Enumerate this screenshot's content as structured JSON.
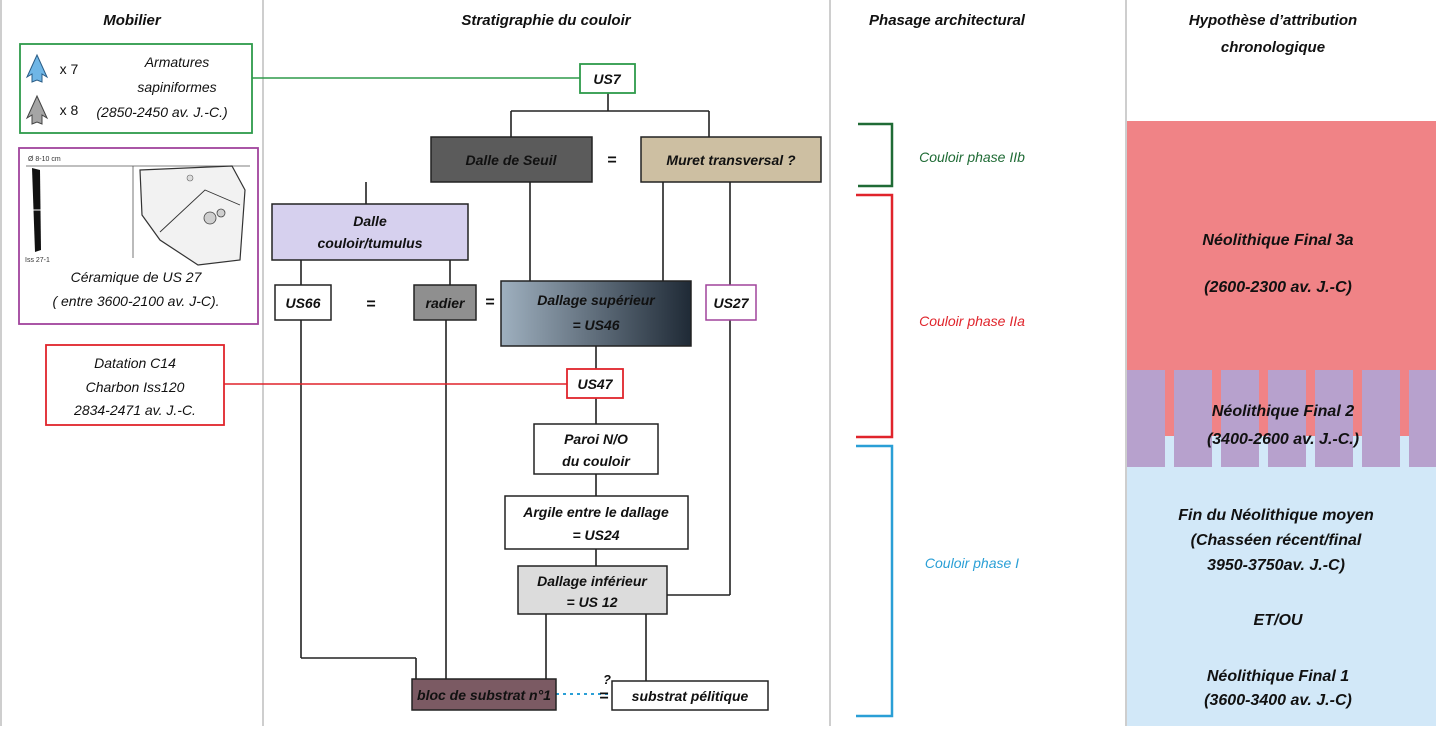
{
  "headers": {
    "mobilier": "Mobilier",
    "stratigraphie": "Stratigraphie du couloir",
    "phasage": "Phasage architectural",
    "hypothese_line1": "Hypothèse d’attribution",
    "hypothese_line2": "chronologique"
  },
  "mobilier": {
    "armature_count_1": "x 7",
    "armature_count_2": "x 8",
    "armatures_line1": "Armatures",
    "armatures_line2": "sapiniformes",
    "armatures_line3": "(2850-2450 av. J.-C.)",
    "ceramique_scale": "Ø 8-10 cm",
    "ceramique_ref": "Iss 27-1",
    "ceramique_line1": "Céramique de US 27",
    "ceramique_line2": "( entre 3600-2100 av. J-C).",
    "datation_line1": "Datation C14",
    "datation_line2": "Charbon Iss120",
    "datation_line3": "2834-2471 av. J.-C."
  },
  "strat": {
    "us7": "US7",
    "dalle_seuil": "Dalle de Seuil",
    "muret": "Muret transversal ?",
    "dalle_couloir_1": "Dalle",
    "dalle_couloir_2": "couloir/tumulus",
    "us66": "US66",
    "radier": "radier",
    "dallage_sup_1": "Dallage supérieur",
    "dallage_sup_2": "= US46",
    "us27": "US27",
    "us47": "US47",
    "paroi_1": "Paroi N/O",
    "paroi_2": "du couloir",
    "argile_1": "Argile entre le dallage",
    "argile_2": "= US24",
    "dallage_inf_1": "Dallage inférieur",
    "dallage_inf_2": "= US 12",
    "bloc": "bloc de substrat n°1",
    "substrat": "substrat pélitique",
    "equals": "=",
    "question": "?"
  },
  "phases": {
    "iib": "Couloir phase IIb",
    "iia": "Couloir phase IIa",
    "i": "Couloir phase I"
  },
  "chrono": {
    "nf3a_line1": "Néolithique Final 3a",
    "nf3a_line2": "(2600-2300 av. J.-C)",
    "nf2_line1": "Néolithique Final 2",
    "nf2_line2": "(3400-2600 av. J.-C.)",
    "nm_line1": "Fin du Néolithique moyen",
    "nm_line2": "(Chasséen récent/final",
    "nm_line3": "3950-3750av. J.-C)",
    "etou": "ET/OU",
    "nf1_line1": "Néolithique Final 1",
    "nf1_line2": "(3600-3400 av. J.-C)"
  },
  "colors": {
    "green": "#2e9a4a",
    "dark_green": "#1f6b35",
    "red": "#e0242b",
    "blue": "#2a9fd6",
    "purple": "#a0449c",
    "pink_band": "#f08386",
    "lavender_band": "#b7a1cd",
    "light_blue_band": "#d2e8f8",
    "dalle_seuil": "#5b5b5b",
    "muret": "#cdbfa2",
    "dalle_couloir": "#d6d0ee",
    "radier": "#8f8f8f",
    "bloc": "#7b5a63",
    "dallage_inf": "#dcdcdc"
  }
}
